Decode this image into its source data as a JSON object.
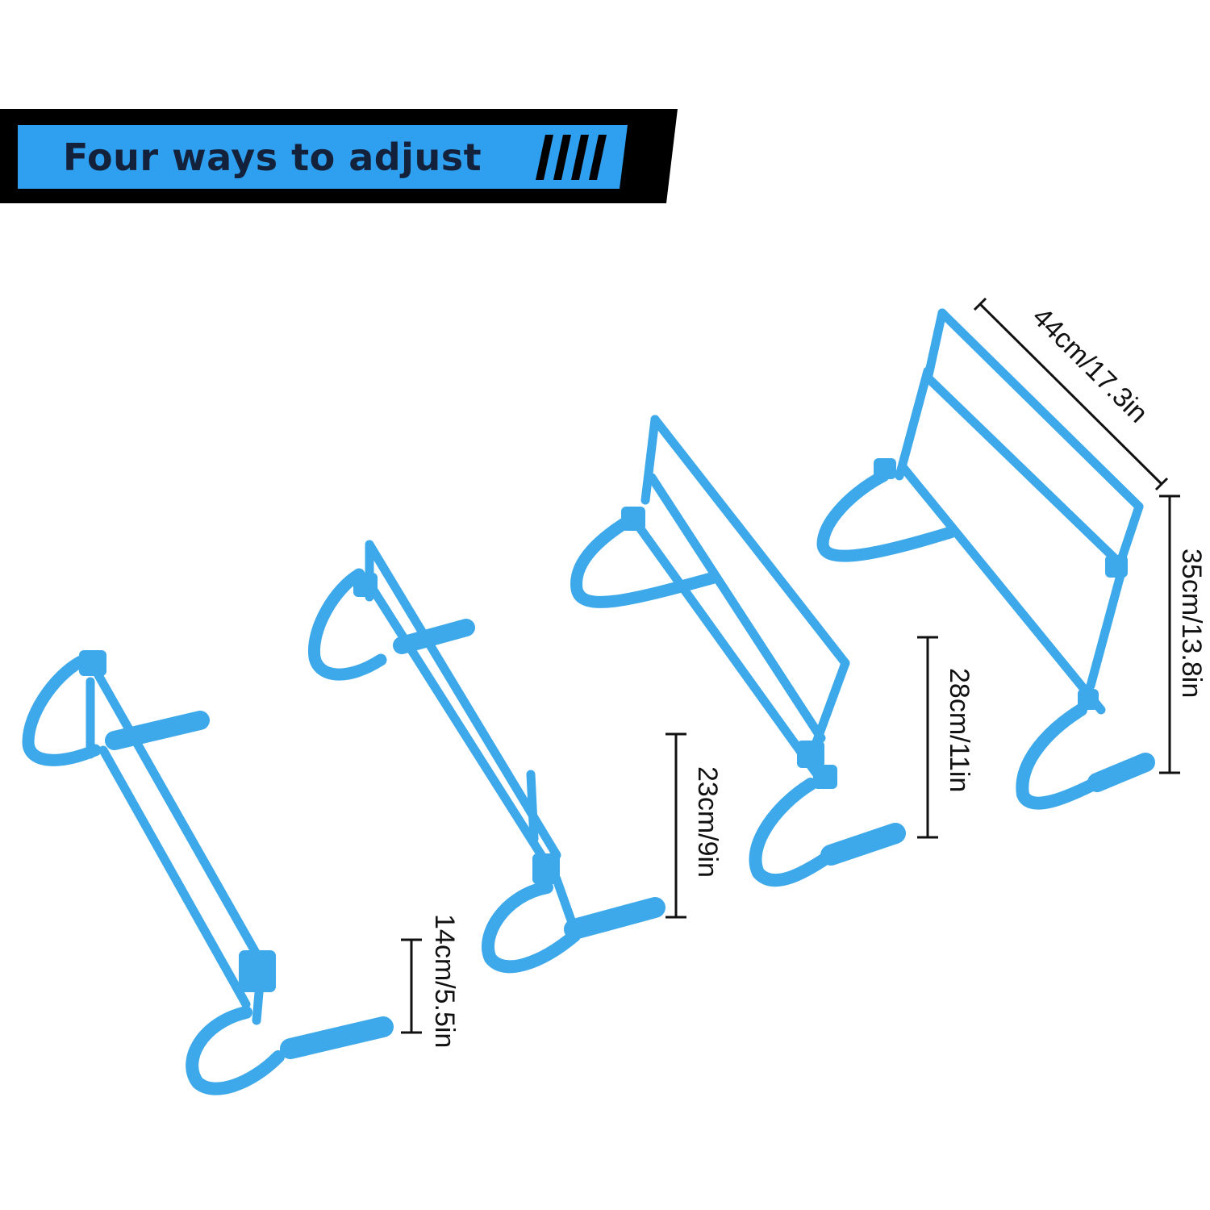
{
  "banner": {
    "title": "Four ways to adjust",
    "colors": {
      "background": "#000000",
      "accent": "#2f9ff0",
      "text": "#14213a"
    }
  },
  "product": {
    "hurdle_color": "#3ea9ea",
    "hurdle_color_dark": "#2a8fd0"
  },
  "dimensions": {
    "width_label": "44cm/17.3in",
    "heights": [
      {
        "label": "14cm/5.5in"
      },
      {
        "label": "23cm/9in"
      },
      {
        "label": "28cm/11in"
      },
      {
        "label": "35cm/13.8in"
      }
    ]
  }
}
